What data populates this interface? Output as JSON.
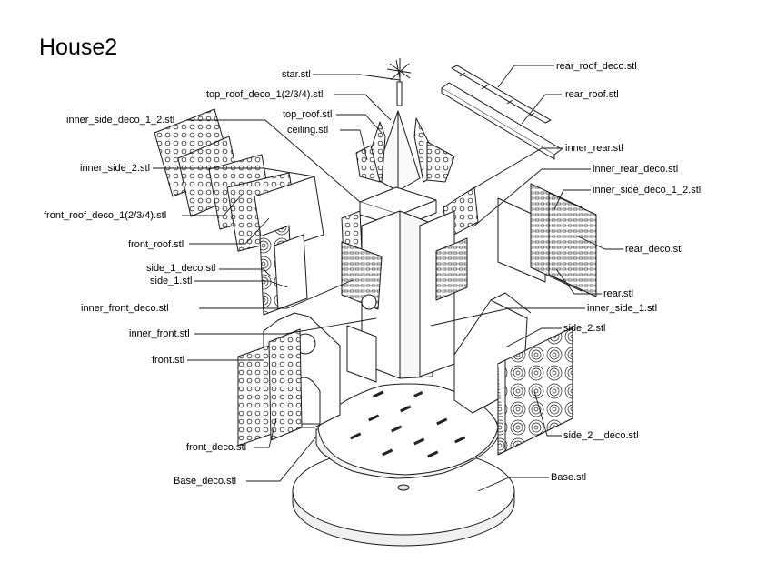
{
  "title": "House2",
  "labels": {
    "star": "star.stl",
    "top_roof_deco": "top_roof_deco_1(2/3/4).stl",
    "top_roof": "top_roof.stl",
    "ceiling": "ceiling.stl",
    "inner_side_deco_1_2_left": "inner_side_deco_1_2.stl",
    "inner_side_2": "inner_side_2.stl",
    "front_roof_deco": "front_roof_deco_1(2/3/4).stl",
    "front_roof": "front_roof.stl",
    "side_1_deco": "side_1_deco.stl",
    "side_1": "side_1.stl",
    "inner_front_deco": "inner_front_deco.stl",
    "inner_front": "inner_front.stl",
    "front": "front.stl",
    "front_deco": "front_deco.stl",
    "base_deco": "Base_deco.stl",
    "rear_roof_deco": "rear_roof_deco.stl",
    "rear_roof": "rear_roof.stl",
    "inner_rear": "inner_rear.stl",
    "inner_rear_deco": "inner_rear_deco.stl",
    "inner_side_deco_1_2_right": "inner_side_deco_1_2.stl",
    "rear_deco": "rear_deco.stl",
    "rear": "rear.stl",
    "inner_side_1": "inner_side_1.stl",
    "side_2": "side_2.stl",
    "side_2_deco": "side_2__deco.stl",
    "base": "Base.stl"
  }
}
